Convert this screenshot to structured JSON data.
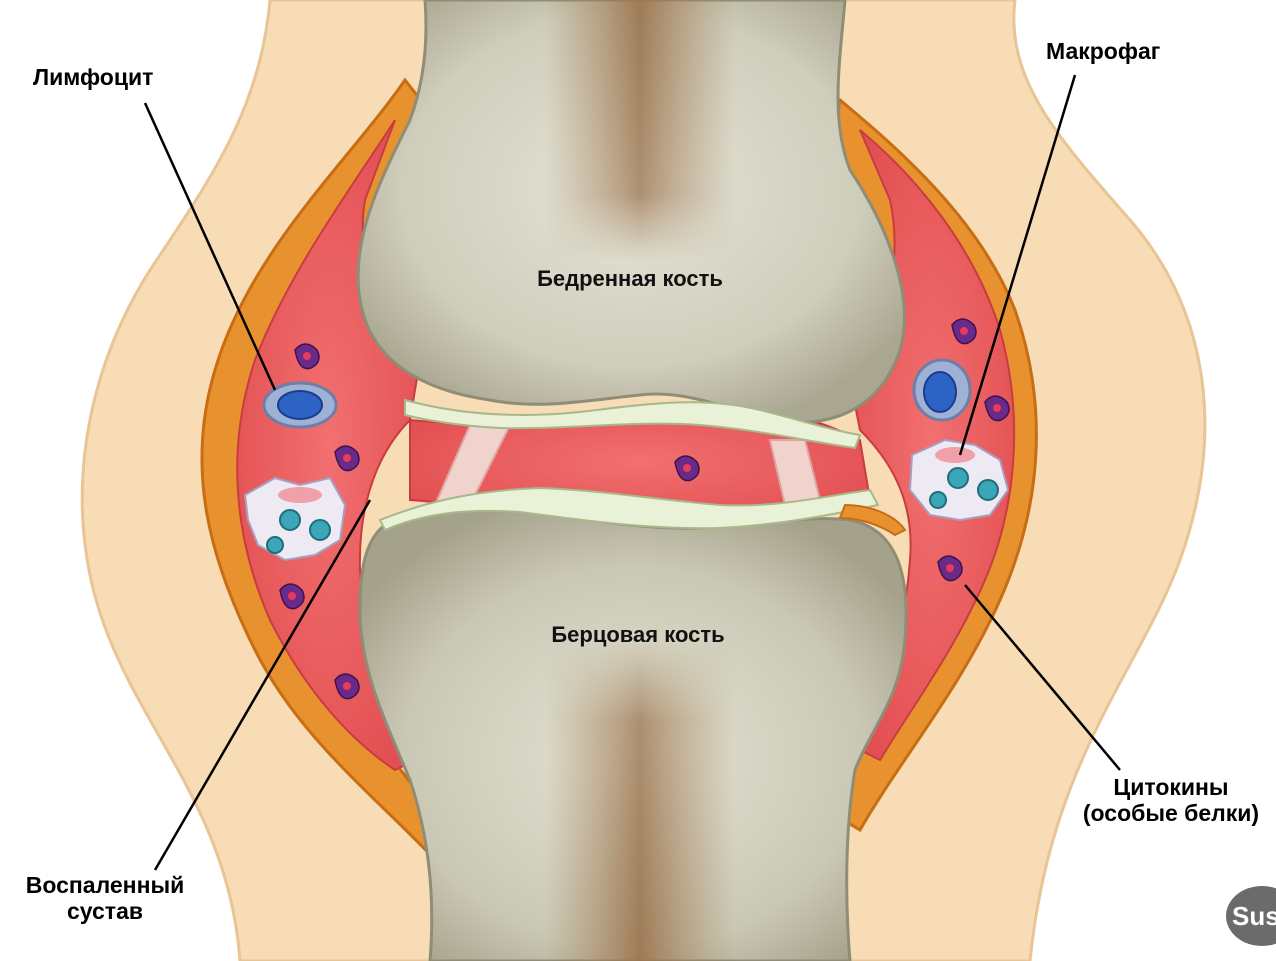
{
  "labels": {
    "lymphocyte": "Лимфоцит",
    "macrophage": "Макрофаг",
    "femur": "Бедренная кость",
    "tibia": "Берцовая кость",
    "inflamed_joint_line1": "Воспаленный",
    "inflamed_joint_line2": "сустав",
    "cytokines_line1": "Цитокины",
    "cytokines_line2": "(особые белки)"
  },
  "logo": {
    "text": "Sust"
  },
  "colors": {
    "skin": "#f6dcb4",
    "capsule": "#e8902e",
    "synovium": "#ec5a5a",
    "bone": "#d9d8c8",
    "marrow": "#a8835e",
    "cartilage": "#e9f2d6",
    "cytokine": "#6a2a8a"
  }
}
